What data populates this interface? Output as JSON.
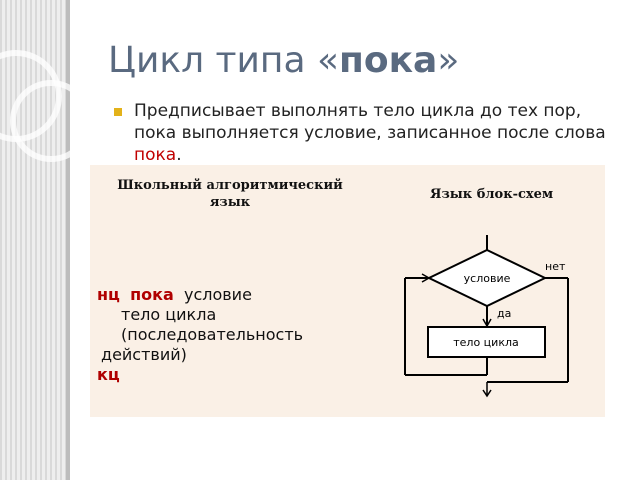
{
  "slide": {
    "title_prefix": "Цикл типа «",
    "title_keyword": "пока",
    "title_suffix": "»",
    "bullet_text": "Предписывает выполнять тело цикла до тех пор, пока выполняется условие, записанное после слова ",
    "bullet_keyword": "пока",
    "bullet_end": "."
  },
  "panel": {
    "left_header": "Школьный алгоритмический язык",
    "right_header": "Язык блок-схем",
    "code": {
      "kw_start": "нц",
      "kw_while": "пока",
      "condition": "условие",
      "body": "тело цикла",
      "note_line1": "(последовательность",
      "note_line2": "действий)",
      "kw_end": "кц"
    },
    "flowchart": {
      "condition_label": "условие",
      "body_label": "тело цикла",
      "yes_label": "да",
      "no_label": "нет"
    }
  },
  "colors": {
    "title": "#5a6a80",
    "keyword": "#c00000",
    "bullet": "#e3b21a",
    "panel_bg": "#faf0e6"
  }
}
